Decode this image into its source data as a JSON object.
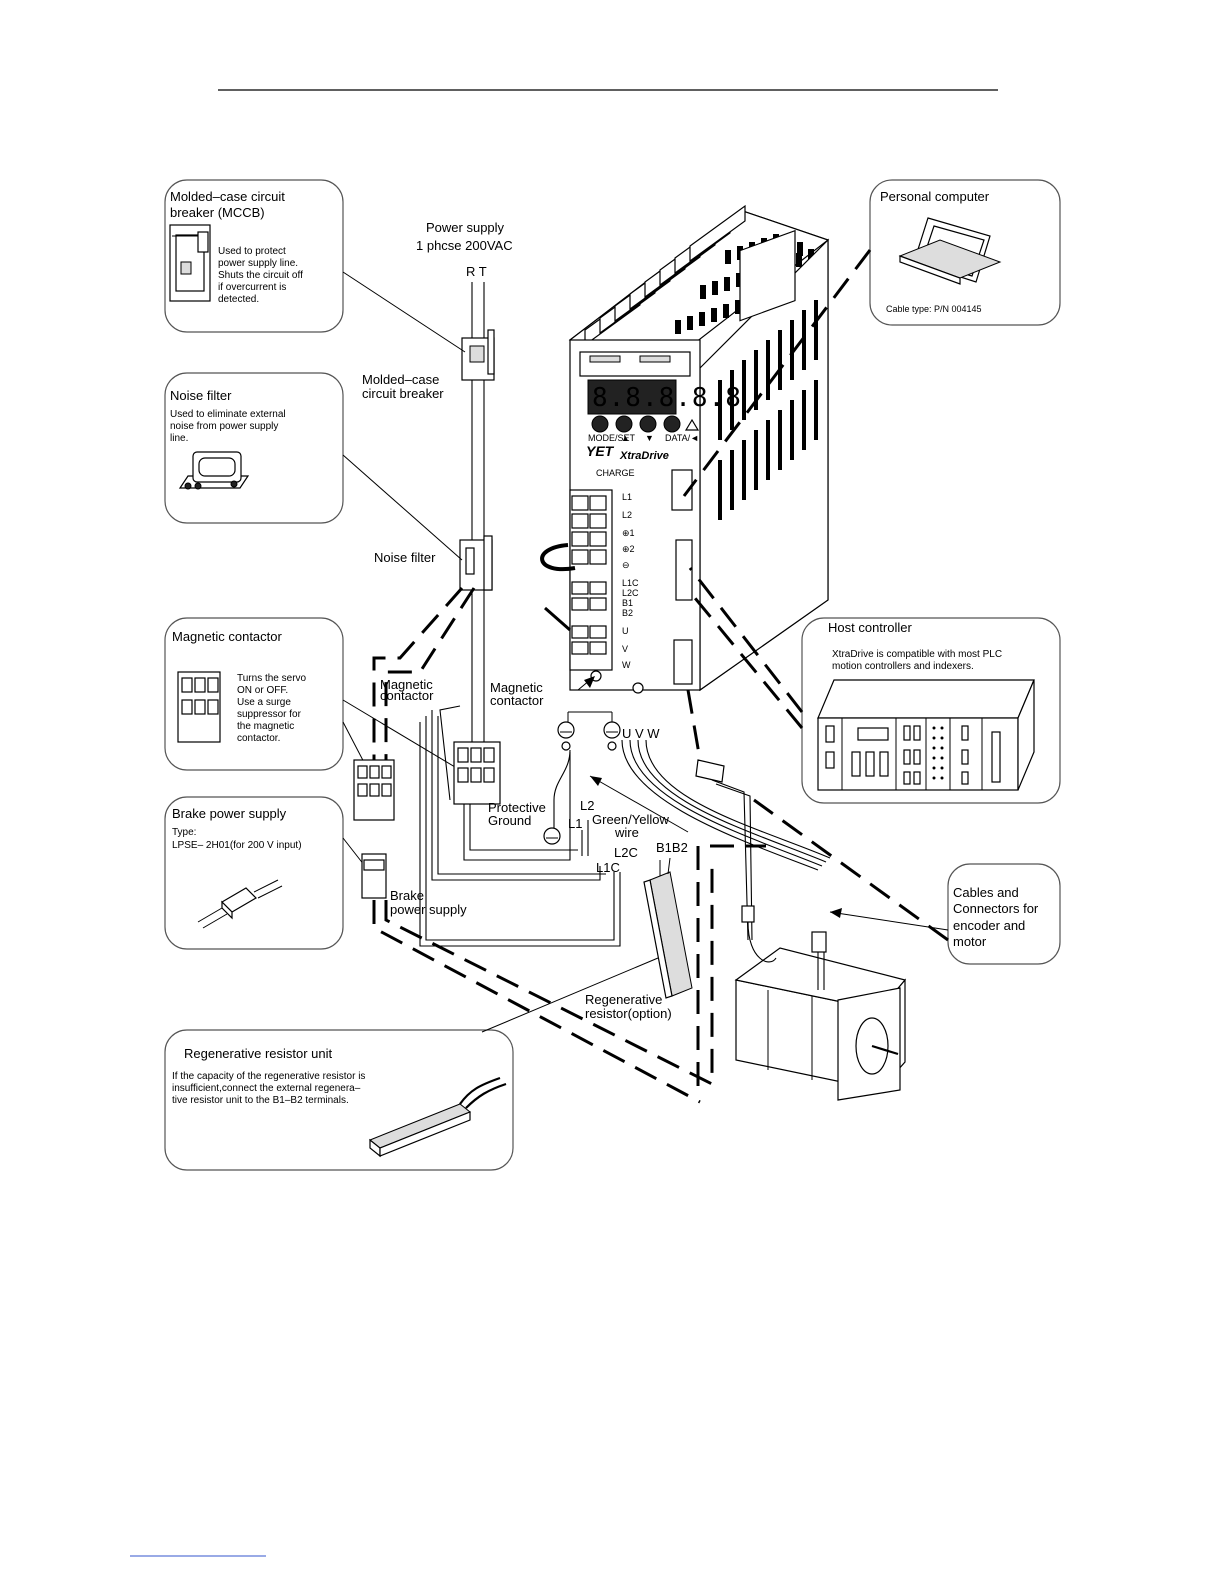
{
  "callouts": {
    "mccb": {
      "title": "Molded–case circuit",
      "title2": "breaker (MCCB)",
      "desc": [
        "Used to protect",
        "power supply line.",
        "Shuts the circuit off",
        "if overcurrent is",
        "detected."
      ]
    },
    "noise_filter": {
      "title": "Noise filter",
      "desc": [
        "Used to eliminate external",
        "noise from power supply",
        "line."
      ]
    },
    "magnetic_contactor": {
      "title": "Magnetic contactor",
      "desc": [
        "Turns the servo",
        "ON or OFF.",
        "Use a surge",
        "suppressor for",
        "the magnetic",
        "contactor."
      ]
    },
    "brake_power_supply": {
      "title": "Brake power supply",
      "desc": [
        "Type:",
        "LPSE– 2H01(for 200 V input)"
      ]
    },
    "regen_resistor_unit": {
      "title": "Regenerative resistor unit",
      "desc": [
        "If the capacity of the regenerative resistor is",
        "insufficient,connect the external regenera–",
        "tive resistor unit to the B1–B2 terminals."
      ]
    },
    "personal_computer": {
      "title": "Personal computer",
      "cable": "Cable type: P/N 004145"
    },
    "host_controller": {
      "title": "Host controller",
      "desc": [
        "XtraDrive is compatible with most PLC",
        "motion controllers and indexers."
      ]
    },
    "cables_connectors": {
      "lines": [
        "Cables and",
        "Connectors for",
        "encoder and",
        "motor"
      ]
    }
  },
  "labels": {
    "power_supply": "Power supply",
    "power_spec": "1 phcse 200VAC",
    "rt": "R T",
    "mccb_label": [
      "Molded–case",
      "circuit breaker"
    ],
    "noise_filter_label": "Noise filter",
    "mag_contactor_left": [
      "Magnetic",
      "contactor"
    ],
    "mag_contactor_right": [
      "Magnetic",
      "contactor"
    ],
    "protective_ground": [
      "Protective",
      "Ground"
    ],
    "green_yellow": [
      "Green/Yellow",
      "wire"
    ],
    "l1": "L1",
    "l2": "L2",
    "l1c": "L1C",
    "l2c": "L2C",
    "b1b2": "B1B2",
    "uvw": "U V W",
    "brake_supply_label": [
      "Brake",
      "power supply"
    ],
    "regen_resistor_label": [
      "Regenerative",
      "resistor(option)"
    ]
  },
  "drive": {
    "brand": "XtraDrive",
    "logo": "YET",
    "display": "8.8.8.8.8",
    "buttons": [
      "MODE/SET",
      "▲",
      "▼",
      "DATA/◄"
    ],
    "terminals": [
      "L1",
      "L2",
      "⊕1",
      "⊕2",
      "⊖",
      "L1C",
      "L2C",
      "B1",
      "B2",
      "U",
      "V",
      "W"
    ],
    "charge": "CHARGE"
  }
}
